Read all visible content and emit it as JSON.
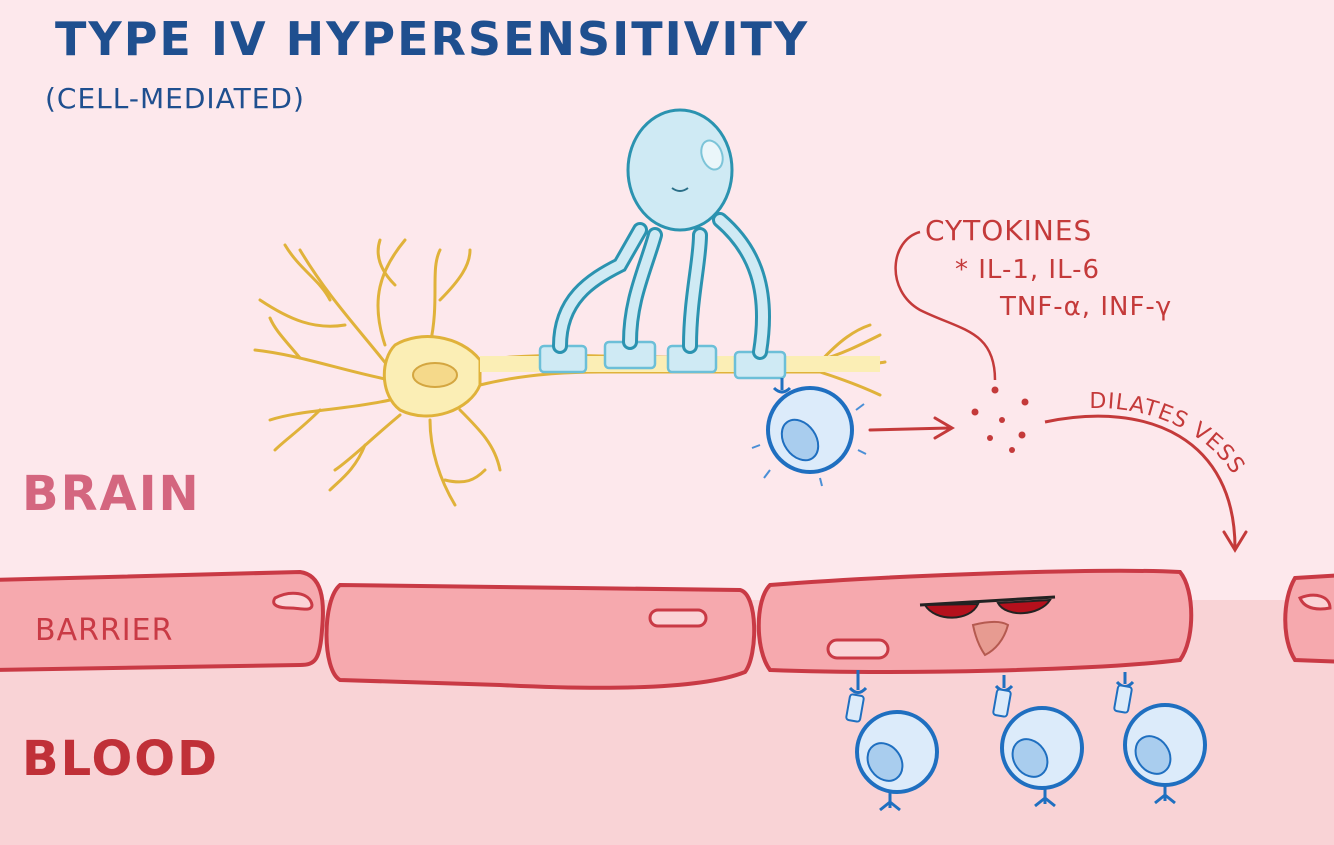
{
  "title": "TYPE IV HYPERSENSITIVITY",
  "subtitle": "(CELL-MEDIATED)",
  "cytokines": {
    "heading": "CYTOKINES",
    "line1": "* IL-1, IL-6",
    "line2": "TNF-α, INF-γ"
  },
  "arrow_label": "DILATES VESSELS",
  "regions": {
    "brain": "BRAIN",
    "barrier": "BARRIER",
    "blood": "BLOOD"
  },
  "colors": {
    "background_brain": "#fde8ec",
    "background_blood": "#f9d3d6",
    "title": "#1f4f8f",
    "neuron": "#f3c94a",
    "oligodendrocyte": "#2b93b0",
    "t_cell": "#1f6fc0",
    "vessel_wall": "#c93a45",
    "cytokine_text": "#c43a3a",
    "brain_label": "#d4667f",
    "blood_label": "#c03038"
  },
  "icons": [
    "neuron-icon",
    "oligodendrocyte-icon",
    "t-cell-icon",
    "sunglasses-icon",
    "arrow-icon"
  ]
}
